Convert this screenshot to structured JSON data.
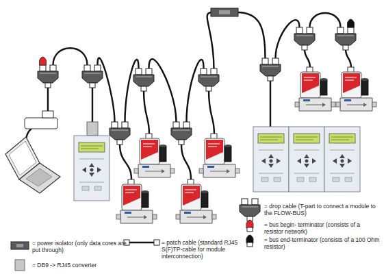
{
  "diagram": {
    "legend": [
      {
        "text": "= power isolator (only data cores are put through)"
      },
      {
        "text": "= DB9 -> RJ45 converter"
      },
      {
        "text": "= patch cable (standard RJ45 S(F)TP-cable for module interconnection)"
      },
      {
        "text": "= drop cable (T-part to connect a module to the FLOW-BUS)"
      },
      {
        "text": "= bus begin- terminator (consists of a resistor network)"
      },
      {
        "text": "= bus end-terminator (consists of a 100 Ohm resistor)"
      }
    ]
  }
}
